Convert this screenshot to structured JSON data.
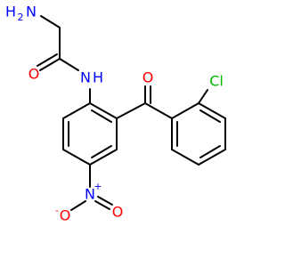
{
  "molecule": {
    "atoms": {
      "amine_n": {
        "symbol": "N",
        "subscript": "2",
        "prefix": "H"
      },
      "amide_o": {
        "symbol": "O"
      },
      "amide_nh": {
        "symbol": "N",
        "suffix": "H"
      },
      "ketone_o": {
        "symbol": "O"
      },
      "chlorine": {
        "symbol": "Cl"
      },
      "nitro_n": {
        "symbol": "N",
        "charge": "+"
      },
      "nitro_o_down": {
        "symbol": "O",
        "charge": "-"
      },
      "nitro_o_right": {
        "symbol": "O"
      }
    },
    "colors": {
      "bond": "#000000",
      "nitrogen": "#0000ff",
      "oxygen": "#ff0000",
      "chlorine": "#00bb00",
      "carbon": "#000000"
    }
  }
}
